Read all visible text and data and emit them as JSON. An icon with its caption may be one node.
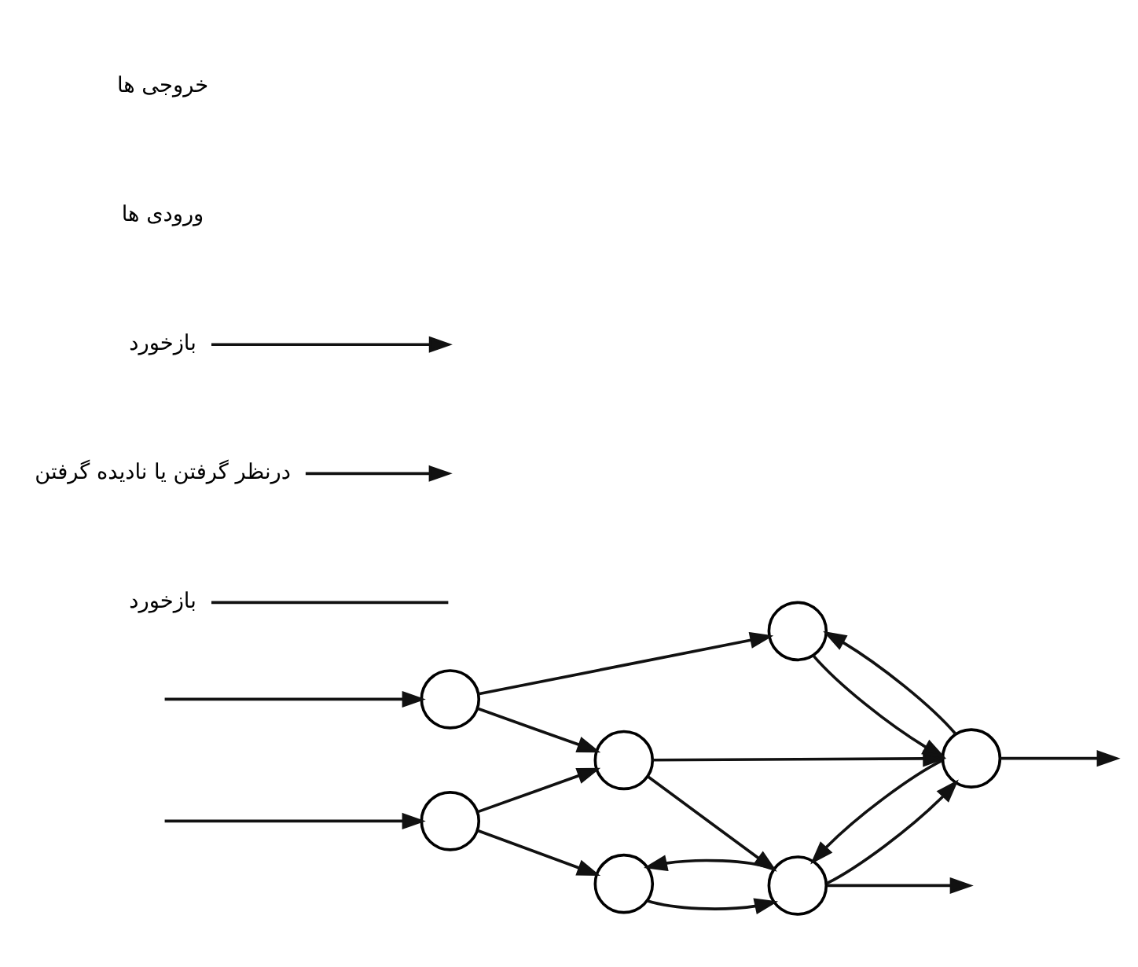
{
  "diagram": {
    "nodes": [
      {
        "text": [],
        "shape": "circle"
      },
      {
        "text": [],
        "shape": "circle"
      },
      {
        "text": [],
        "shape": "circle"
      },
      {
        "text": [],
        "shape": "circle"
      },
      {
        "text": [],
        "shape": "circle"
      },
      {
        "text": [],
        "shape": "circle"
      },
      {
        "text": [],
        "shape": "circle"
      },
      {
        "text": [
          "بازخورد"
        ]
      },
      {
        "text": [
          "درنظر گرفتن یا نادیده گرفتن"
        ]
      },
      {
        "text": [
          "بازخورد"
        ]
      }
    ],
    "edges": [
      {
        "from": null,
        "to": 0,
        "arrow": "to"
      },
      {
        "from": null,
        "to": 1,
        "arrow": "to"
      },
      {
        "from": 0,
        "to": 2,
        "arrow": "to"
      },
      {
        "from": 0,
        "to": 3,
        "arrow": "to"
      },
      {
        "from": 1,
        "to": 3,
        "arrow": "to"
      },
      {
        "from": 1,
        "to": 4,
        "arrow": "to"
      },
      {
        "from": 2,
        "to": 5,
        "arrow": "to"
      },
      {
        "from": 3,
        "to": 5,
        "arrow": "to"
      },
      {
        "from": 3,
        "to": 6,
        "arrow": "to"
      },
      {
        "from": 4,
        "to": 6,
        "arrow": "to"
      },
      {
        "from": 5,
        "to": null,
        "arrow": "to"
      },
      {
        "from": 6,
        "to": null,
        "arrow": "to"
      },
      {
        "from": 5,
        "to": 6,
        "arrow": "to"
      },
      {
        "from": 6,
        "to": 5,
        "arrow": "to"
      },
      {
        "from": 5,
        "to": 2,
        "arrow": "to"
      },
      {
        "from": 6,
        "to": 4,
        "arrow": "to"
      },
      {
        "from": 7,
        "to": null,
        "arrow": "none"
      },
      {
        "from": 8,
        "to": null,
        "arrow": "to"
      },
      {
        "from": 9,
        "to": null,
        "arrow": "to"
      }
    ],
    "labels": [
      "ورودی ها",
      "خروجی ها"
    ]
  }
}
